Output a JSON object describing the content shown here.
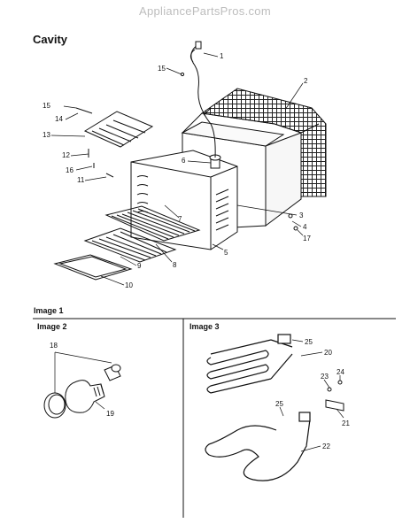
{
  "watermark": "AppliancePartsPros.com",
  "title": "Cavity",
  "images": {
    "image1": "Image 1",
    "image2": "Image 2",
    "image3": "Image 3"
  },
  "callouts": {
    "c1": "1",
    "c2": "2",
    "c3": "3",
    "c4": "4",
    "c5": "5",
    "c6": "6",
    "c7": "7",
    "c8": "8",
    "c9": "9",
    "c10": "10",
    "c11": "11",
    "c12": "12",
    "c13": "13",
    "c14": "14",
    "c15a": "15",
    "c15b": "15",
    "c16": "16",
    "c17": "17",
    "c18": "18",
    "c19": "19",
    "c20": "20",
    "c21": "21",
    "c22": "22",
    "c23": "23",
    "c24": "24",
    "c25a": "25",
    "c25b": "25"
  }
}
